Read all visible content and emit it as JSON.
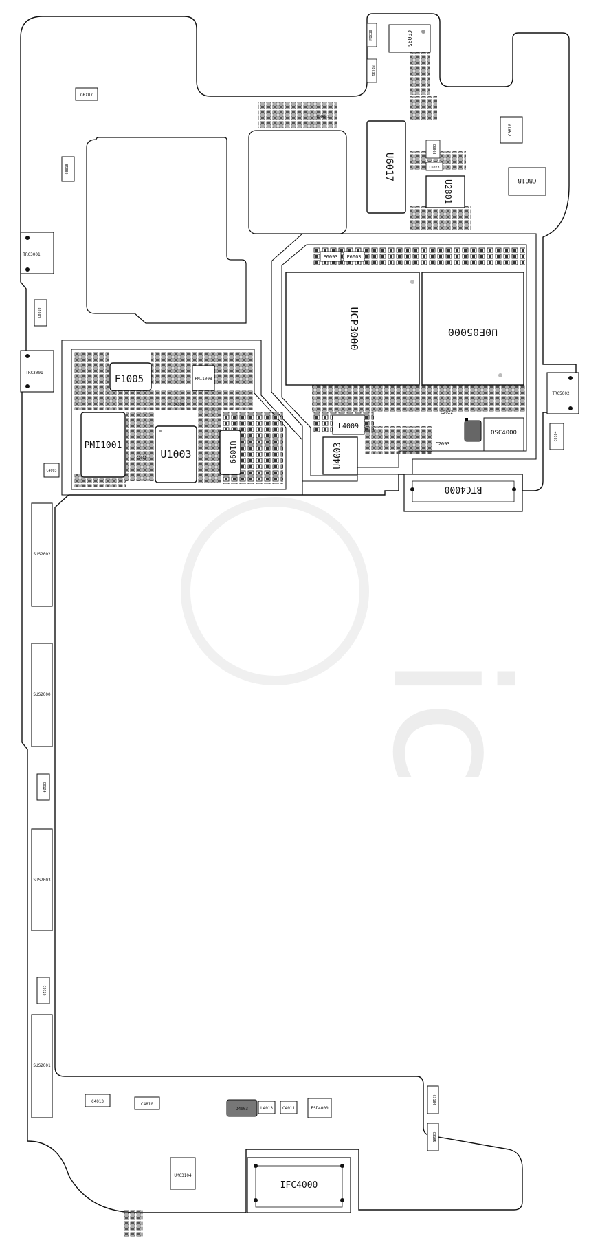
{
  "labels": {
    "grx07": "GRX07",
    "c0810": "C0810",
    "trc3001_top": "TRC3001",
    "c0810b": "C0810",
    "trc3001": "TRC3001",
    "c4003": "C4003",
    "sus2002": "SUS2002",
    "sus2000": "SUS2000",
    "c0124": "C0124",
    "sus2003": "SUS2003",
    "c0126": "C0126",
    "sus2001": "SUS2001",
    "c4013": "C4013",
    "c4810": "C4810",
    "umc3104": "UMC3104",
    "ifc4000": "IFC4000",
    "d4003": "D4003",
    "l4013": "L4013",
    "c4011": "C4011",
    "esd4000": "ESD4000",
    "c3104": "C3104",
    "c3105": "C3105",
    "btc4000": "BTC4000",
    "f1005": "F1005",
    "pmi1001": "PMI1001",
    "u1003": "U1003",
    "u1099": "U1099",
    "pmi1008": "PMI1008",
    "c4001": "C4001",
    "c1023": "C1023",
    "ucp3000": "UCP3000",
    "u0e05000": "U0E05000",
    "l4009": "L4009",
    "u4003": "U4003",
    "c2093": "C2093",
    "osc4000": "OSC4000",
    "f6093": "F6093",
    "f6003": "F6003",
    "c2022": "C2022",
    "trc5002": "TRC5002",
    "c0104": "C0104",
    "u6017": "U6017",
    "u2801": "U2801",
    "c8018": "C8018",
    "c0810c": "C0810",
    "c8095": "C8095",
    "u0802": "U0802",
    "mic30": "MIC30",
    "mic31": "MIC31",
    "c6093": "C6093",
    "c6023": "C6023"
  },
  "watermark": "ic"
}
